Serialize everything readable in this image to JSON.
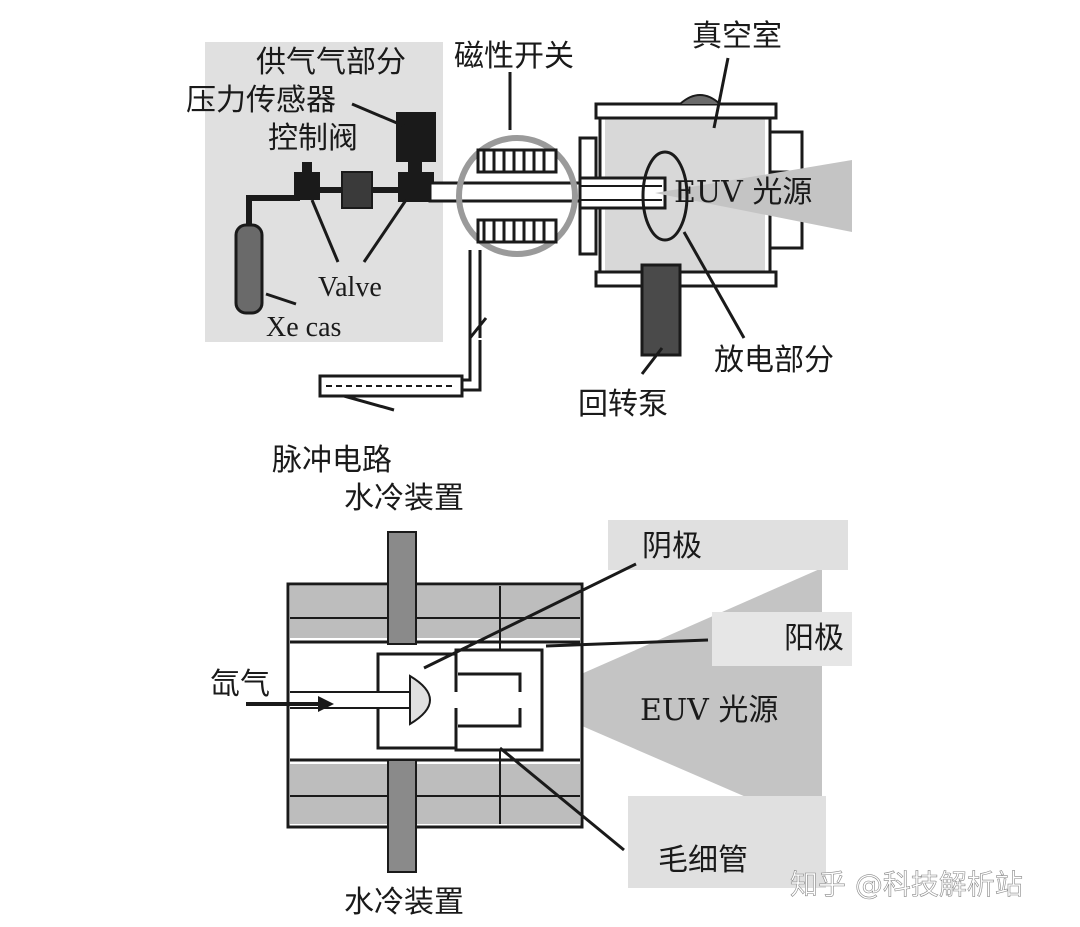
{
  "top": {
    "gas_supply": "供气气部分",
    "pressure_sensor": "压力传感器",
    "control_valve": "控制阀",
    "magnetic_switch": "磁性开关",
    "vacuum_chamber": "真空室",
    "euv_source": "EUV 光源",
    "valve": "Valve",
    "xe_gas": "Xe cas",
    "discharge": "放电部分",
    "rotary_pump": "回转泵",
    "pulse_circuit": "脉冲电路"
  },
  "bottom": {
    "water_cooling_top": "水冷装置",
    "cathode": "阴极",
    "anode": "阳极",
    "xenon": "氙气",
    "euv_source": "EUV 光源",
    "capillary": "毛细管",
    "water_cooling_bottom": "水冷装置"
  },
  "watermark": "知乎 @科技解析站",
  "colors": {
    "panel": "#e0e0e0",
    "dark": "#1a1a1a",
    "mid": "#9a9a9a",
    "light": "#cfcfcf",
    "beam": "#c4c4c4"
  }
}
